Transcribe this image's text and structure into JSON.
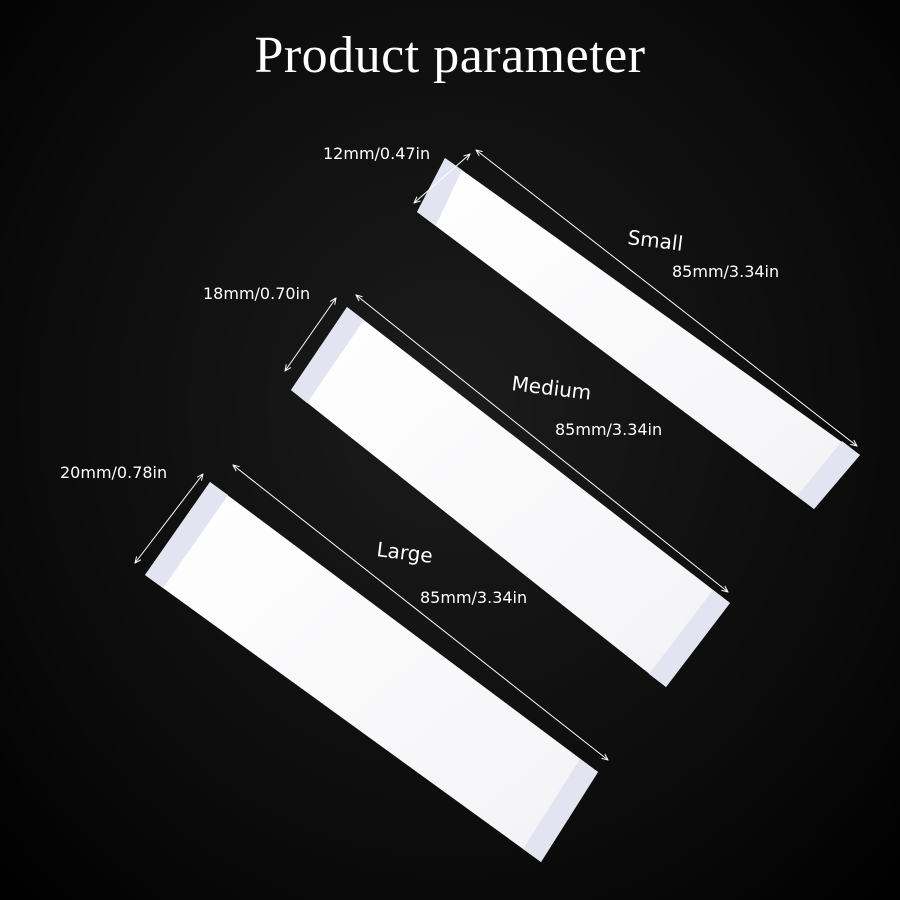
{
  "title": "Product parameter",
  "strips": [
    {
      "size": "Small",
      "width_label": "12mm/0.47in",
      "length_label": "85mm/3.34in"
    },
    {
      "size": "Medium",
      "width_label": "18mm/0.70in",
      "length_label": "85mm/3.34in"
    },
    {
      "size": "Large",
      "width_label": "20mm/0.78in",
      "length_label": "85mm/3.34in"
    }
  ],
  "colors": {
    "background": "#000000",
    "strip": "#ffffff",
    "tab": "#dfe1f0",
    "text": "#ffffff"
  }
}
